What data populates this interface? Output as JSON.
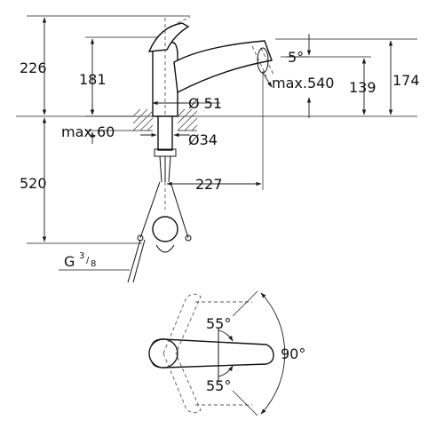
{
  "drawing": {
    "colors": {
      "line": "#111111",
      "background": "#ffffff",
      "dashed": "#555555"
    },
    "dimensions": {
      "height_total": "226",
      "height_spout": "181",
      "pullout_angle": "5°",
      "pullout_length": "max.540",
      "spout_clearance": "139",
      "spout_height": "174",
      "base_diameter": "Ø 51",
      "deck_thickness": "max.60",
      "hole_diameter": "Ø34",
      "hose_length": "520",
      "reach": "227",
      "thread_prefix": "G",
      "thread_num": "3",
      "thread_den": "8",
      "swivel_upper": "55°",
      "swivel_lower": "55°",
      "swivel_total": "90°"
    }
  }
}
